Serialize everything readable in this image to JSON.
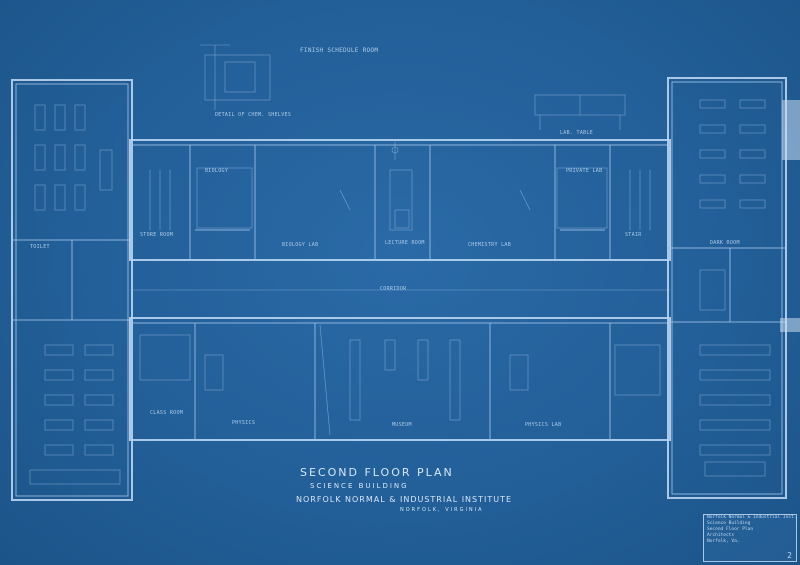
{
  "drawing": {
    "title": "Second Floor Plan",
    "subtitle": "Science Building",
    "institution": "Norfolk Normal & Industrial Institute",
    "location": "Norfolk, Virginia",
    "sheet_number": "2"
  },
  "colors": {
    "paper": "#1f5e98",
    "lines": "#9fc2e6",
    "text": "#bcd6f1"
  },
  "room_labels": {
    "store_room": "Store Room",
    "biology": "Biology",
    "biology_lab": "Biology Lab",
    "lecture_room": "Lecture Room",
    "chemistry_lab": "Chemistry Lab",
    "private_lab": "Private Lab",
    "corridor": "Corridor",
    "toilet": "Toilet",
    "class_room": "Class Room",
    "physics": "Physics",
    "physics_lab": "Physics Lab",
    "dark_room": "Dark Room",
    "museum": "Museum",
    "stair": "Stair"
  },
  "notes": {
    "finish_schedule": "Finish Schedule Room",
    "detail_caption": "Detail of Chem. Shelves",
    "right_caption": "Lab. Table"
  },
  "title_block": {
    "line1": "Norfolk Normal & Industrial Inst.",
    "line2": "Science Building",
    "line3": "Second Floor Plan",
    "line4": "Architects",
    "line5": "Norfolk, Va.",
    "sheet": "2"
  }
}
